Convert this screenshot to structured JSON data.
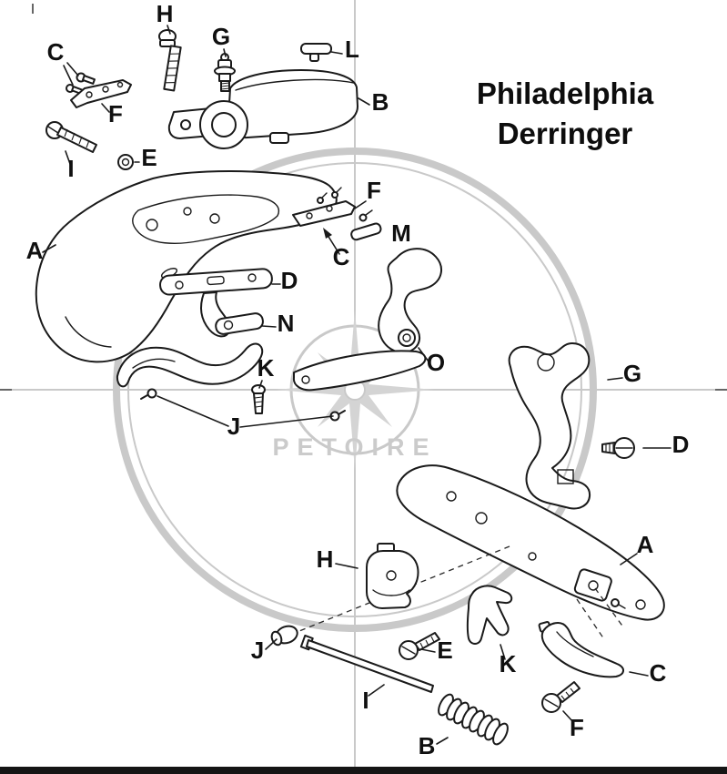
{
  "title": {
    "line1": "Philadelphia",
    "line2": "Derringer"
  },
  "watermark": {
    "text": "PETOIRE"
  },
  "callouts": [
    "H",
    "C",
    "G",
    "L",
    "F",
    "B",
    "I",
    "E",
    "A",
    "F",
    "M",
    "C",
    "D",
    "N",
    "K",
    "O",
    "J",
    "G",
    "D",
    "A",
    "H",
    "J",
    "E",
    "K",
    "C",
    "I",
    "F",
    "B"
  ]
}
